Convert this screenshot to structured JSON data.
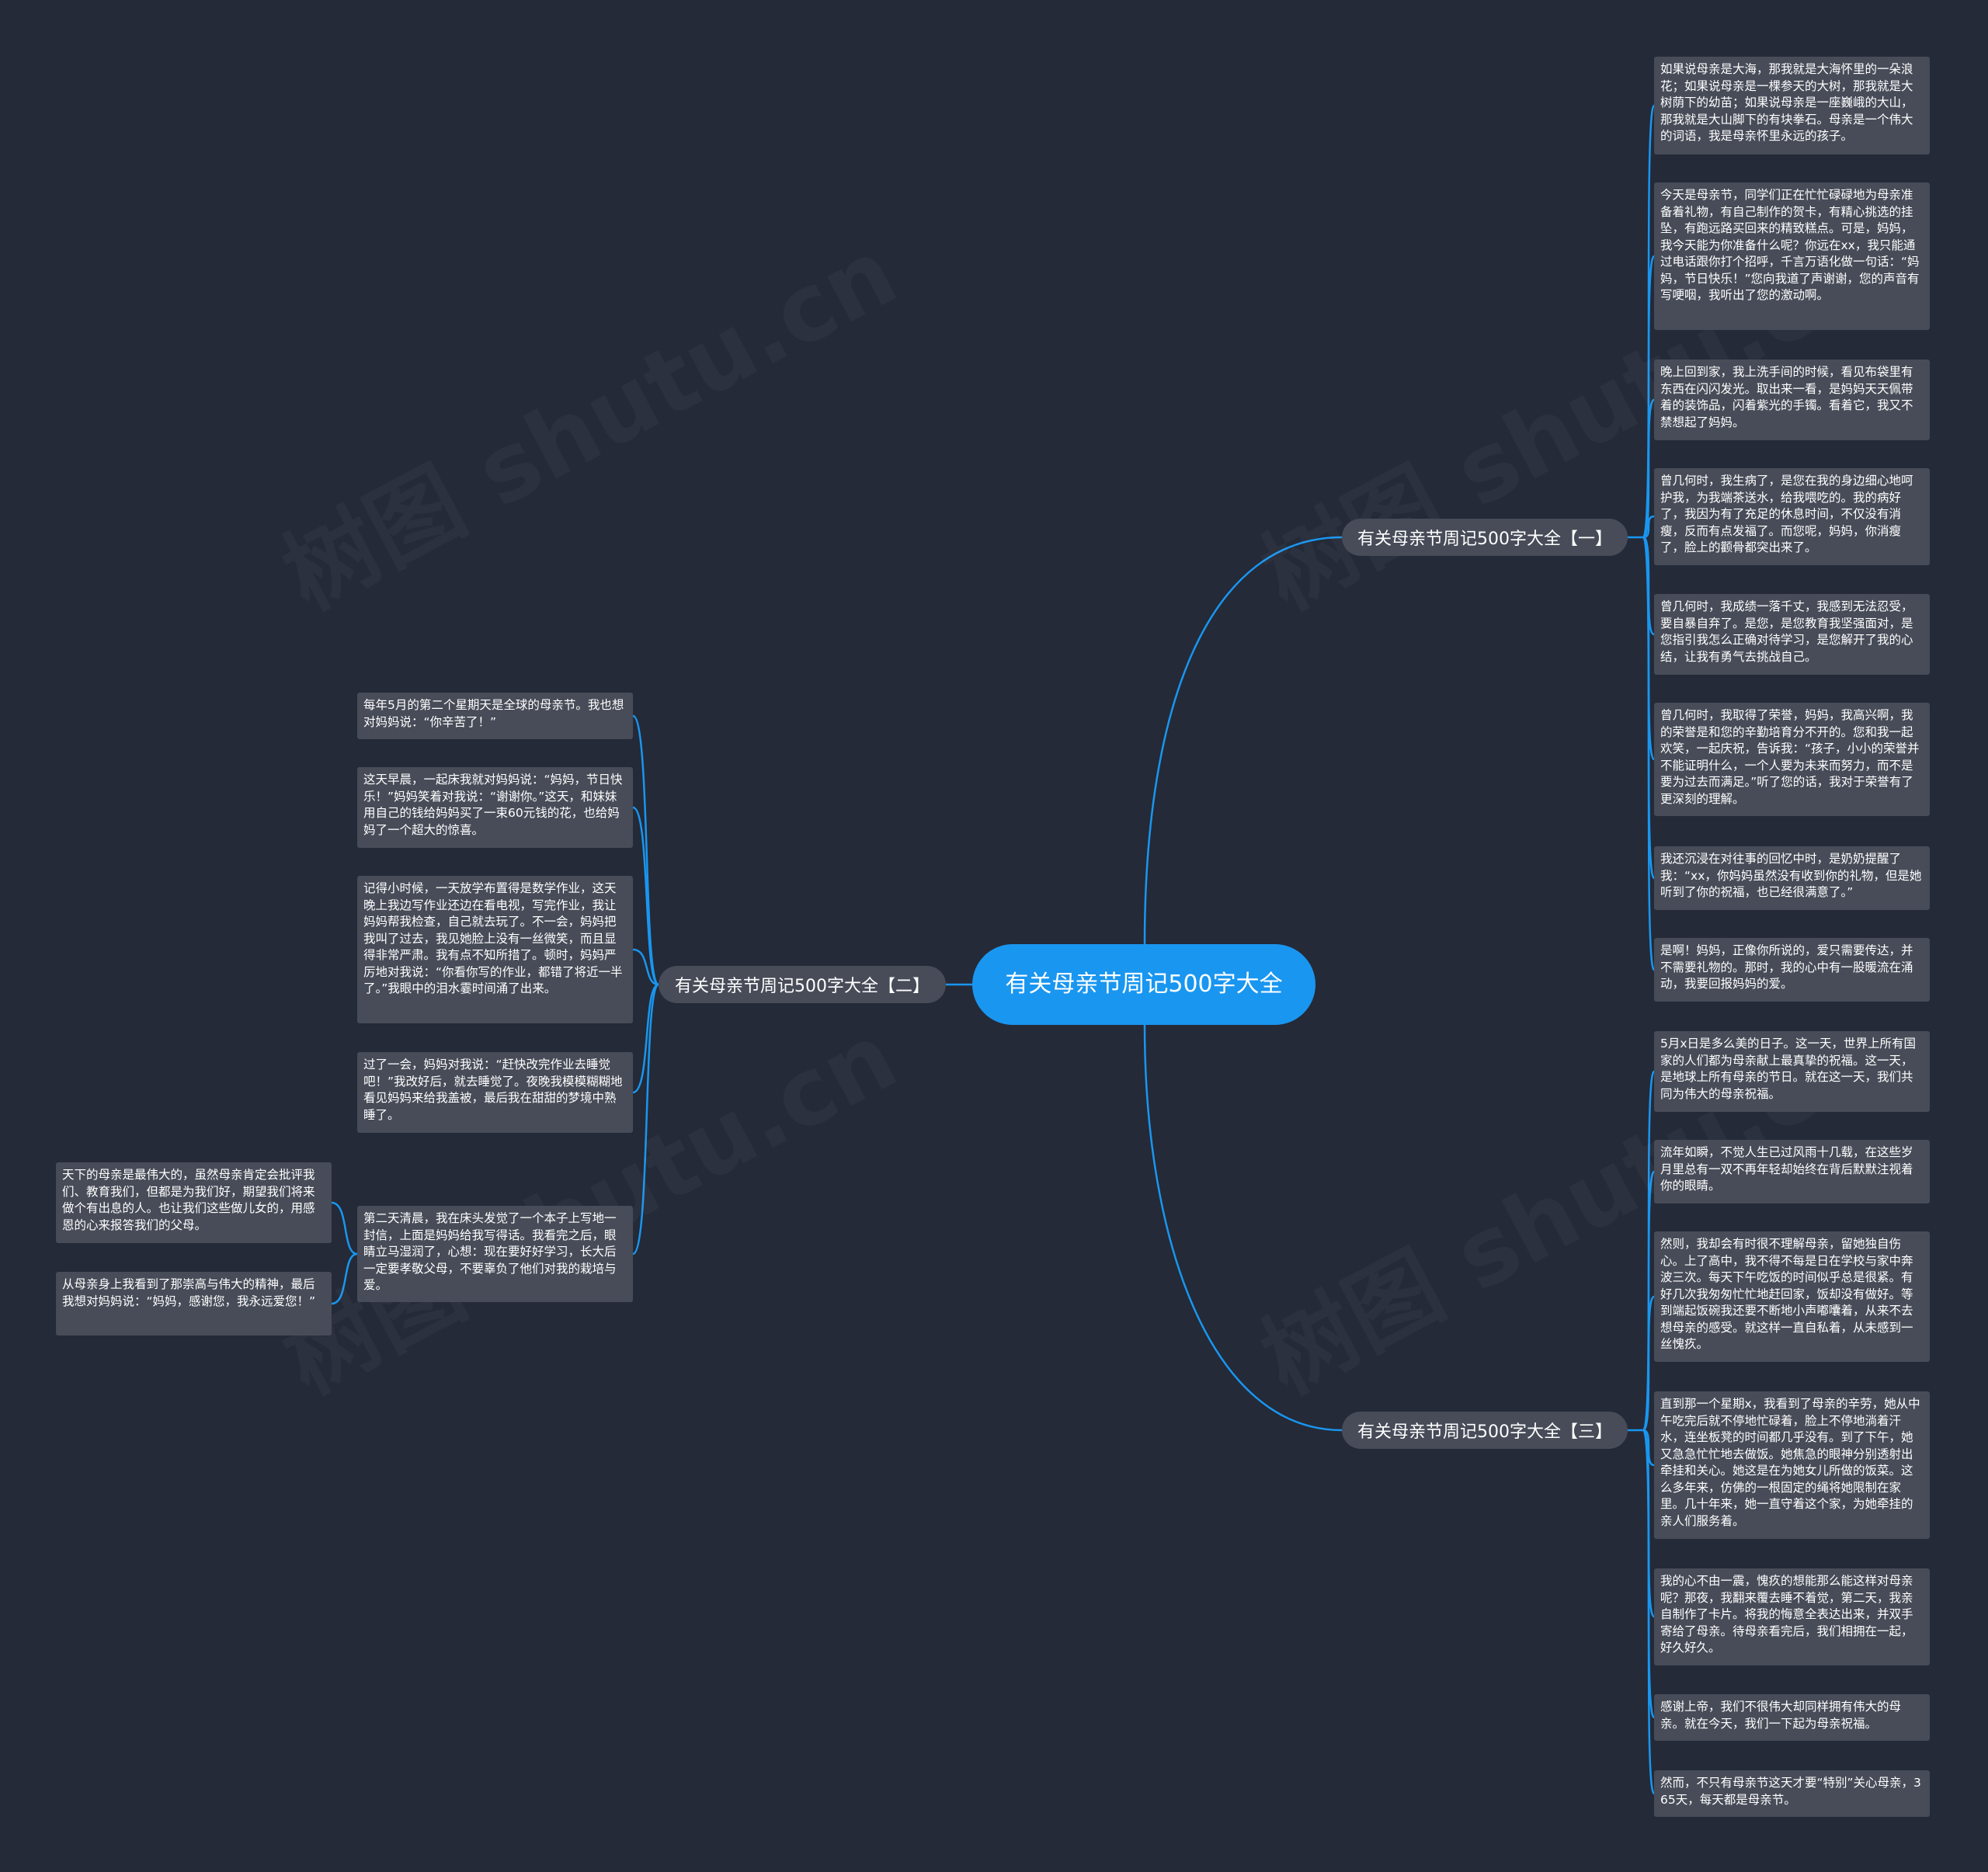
{
  "root": {
    "title": "有关母亲节周记500字大全"
  },
  "branches": [
    {
      "title": "有关母亲节周记500字大全【一】",
      "leaves": [
        "如果说母亲是大海，那我就是大海怀里的一朵浪花；如果说母亲是一棵参天的大树，那我就是大树荫下的幼苗；如果说母亲是一座巍峨的大山，那我就是大山脚下的有块拳石。母亲是一个伟大的词语，我是母亲怀里永远的孩子。",
        "今天是母亲节，同学们正在忙忙碌碌地为母亲准备着礼物，有自己制作的贺卡，有精心挑选的挂坠，有跑远路买回来的精致糕点。可是，妈妈，我今天能为你准备什么呢？你远在xx，我只能通过电话跟你打个招呼，千言万语化做一句话：“妈妈，节日快乐！”您向我道了声谢谢，您的声音有写哽咽，我听出了您的激动啊。",
        "晚上回到家，我上洗手间的时候，看见布袋里有东西在闪闪发光。取出来一看，是妈妈天天佩带着的装饰品，闪着紫光的手镯。看着它，我又不禁想起了妈妈。",
        "曾几何时，我生病了，是您在我的身边细心地呵护我，为我端茶送水，给我喂吃的。我的病好了，我因为有了充足的休息时间，不仅没有消瘦，反而有点发福了。而您呢，妈妈，你消瘦了，脸上的颧骨都突出来了。",
        "曾几何时，我成绩一落千丈，我感到无法忍受，要自暴自弃了。是您，是您教育我坚强面对，是您指引我怎么正确对待学习，是您解开了我的心结，让我有勇气去挑战自己。",
        "曾几何时，我取得了荣誉，妈妈，我高兴啊，我的荣誉是和您的辛勤培育分不开的。您和我一起欢笑，一起庆祝，告诉我：“孩子，小小的荣誉并不能证明什么，一个人要为未来而努力，而不是要为过去而满足。”听了您的话，我对于荣誉有了更深刻的理解。",
        "我还沉浸在对往事的回忆中时，是奶奶提醒了我：“xx，你妈妈虽然没有收到你的礼物，但是她听到了你的祝福，也已经很满意了。”",
        "是啊！妈妈，正像你所说的，爱只需要传达，并不需要礼物的。那时，我的心中有一股暖流在涌动，我要回报妈妈的爱。"
      ]
    },
    {
      "title": "有关母亲节周记500字大全【二】",
      "leaves": [
        "每年5月的第二个星期天是全球的母亲节。我也想对妈妈说：“你辛苦了！”",
        "这天早晨，一起床我就对妈妈说：“妈妈，节日快乐！”妈妈笑着对我说：“谢谢你。”这天，和妹妹用自己的钱给妈妈买了一束60元钱的花，也给妈妈了一个超大的惊喜。",
        "记得小时候，一天放学布置得是数学作业，这天晚上我边写作业还边在看电视，写完作业，我让妈妈帮我检查，自己就去玩了。不一会，妈妈把我叫了过去，我见她脸上没有一丝微笑，而且显得非常严肃。我有点不知所措了。顿时，妈妈严厉地对我说：“你看你写的作业，都错了将近一半了。”我眼中的泪水霎时间涌了出来。",
        "过了一会，妈妈对我说：“赶快改完作业去睡觉吧！”我改好后，就去睡觉了。夜晚我模模糊糊地看见妈妈来给我盖被，最后我在甜甜的梦境中熟睡了。",
        "第二天清晨，我在床头发觉了一个本子上写地一封信，上面是妈妈给我写得话。我看完之后，眼睛立马湿润了，心想：现在要好好学习，长大后一定要孝敬父母，不要辜负了他们对我的栽培与爱。"
      ],
      "subleaves": [
        "天下的母亲是最伟大的，虽然母亲肯定会批评我们、教育我们，但都是为我们好，期望我们将来做个有出息的人。也让我们这些做儿女的，用感恩的心来报答我们的父母。",
        "从母亲身上我看到了那崇高与伟大的精神，最后我想对妈妈说：“妈妈，感谢您，我永远爱您！”"
      ]
    },
    {
      "title": "有关母亲节周记500字大全【三】",
      "leaves": [
        "5月x日是多么美的日子。这一天，世界上所有国家的人们都为母亲献上最真挚的祝福。这一天，是地球上所有母亲的节日。就在这一天，我们共同为伟大的母亲祝福。",
        "流年如瞬，不觉人生已过风雨十几载，在这些岁月里总有一双不再年轻却始终在背后默默注视着你的眼睛。",
        "然则，我却会有时很不理解母亲，留她独自伤心。上了高中，我不得不每是日在学校与家中奔波三次。每天下午吃饭的时间似乎总是很紧。有好几次我匆匆忙忙地赶回家，饭却没有做好。等到端起饭碗我还要不断地小声嘟囔着，从来不去想母亲的感受。就这样一直自私着，从未感到一丝愧疚。",
        "直到那一个星期x，我看到了母亲的辛劳，她从中午吃完后就不停地忙碌着，脸上不停地淌着汗水，连坐板凳的时间都几乎没有。到了下午，她又急急忙忙地去做饭。她焦急的眼神分别透射出牵挂和关心。她这是在为她女儿所做的饭菜。这么多年来，仿佛的一根固定的绳将她限制在家里。几十年来，她一直守着这个家，为她牵挂的亲人们服务着。",
        "我的心不由一震，愧疚的想能那么能这样对母亲呢？那夜，我翻来覆去睡不着觉，第二天，我亲自制作了卡片。将我的悔意全表达出来，并双手寄给了母亲。待母亲看完后，我们相拥在一起，好久好久。",
        "感谢上帝，我们不很伟大却同样拥有伟大的母亲。就在今天，我们一下起为母亲祝福。",
        "然而，不只有母亲节这天才要“特别”关心母亲，365天，每天都是母亲节。"
      ]
    }
  ],
  "watermark": "树图 shutu.cn",
  "colors": {
    "background": "#242a37",
    "root": "#1996f0",
    "node": "#474c58",
    "link": "#1996f0"
  }
}
